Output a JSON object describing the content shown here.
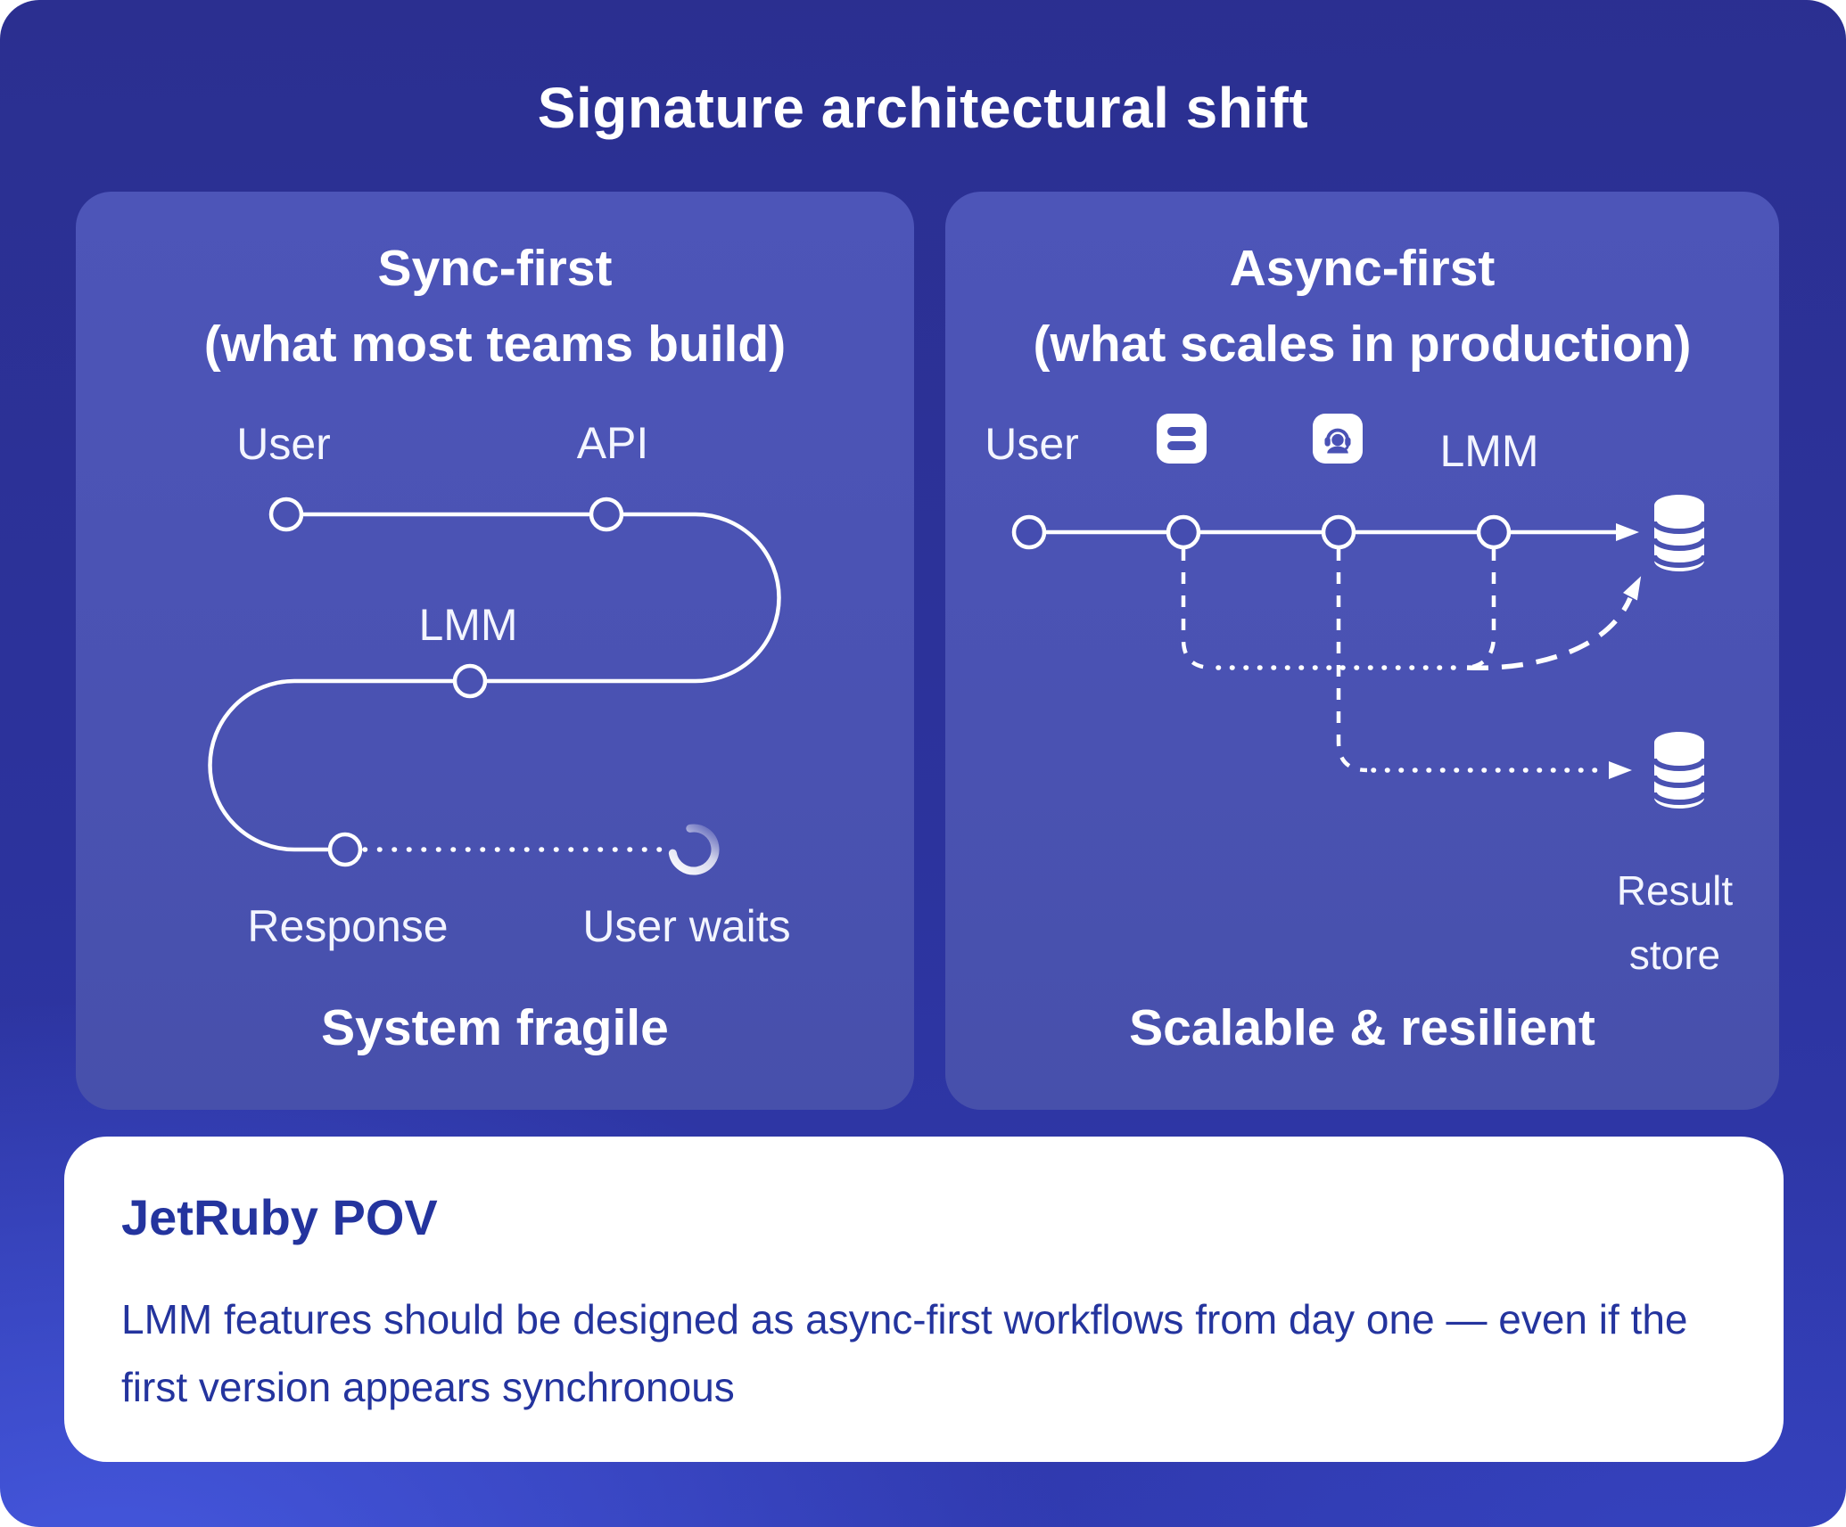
{
  "title": "Signature architectural shift",
  "sync_panel": {
    "heading": "Sync-first",
    "subheading": "(what most teams build)",
    "labels": {
      "user": "User",
      "api": "API",
      "lmm": "LMM",
      "response": "Response",
      "user_waits": "User waits"
    },
    "caption": "System fragile"
  },
  "async_panel": {
    "heading": "Async-first",
    "subheading": "(what scales in production)",
    "labels": {
      "user": "User",
      "lmm": "LMM",
      "result_store": "Result store"
    },
    "caption": "Scalable & resilient"
  },
  "pov_card": {
    "heading": "JetRuby POV",
    "body": "LMM features should be designed as async-first workflows from day one — even if the first version appears synchronous"
  },
  "icons": {
    "queue": "queue-icon",
    "worker": "support-agent-icon",
    "database": "database-icon",
    "spinner": "loading-spinner-icon"
  },
  "colors": {
    "canvas_top": "#2b2f90",
    "canvas_glow": "#4c62ee",
    "panel": "#4a52b2",
    "line": "#ffffff",
    "card_bg": "#ffffff",
    "card_text": "#24349e",
    "icon_blue": "#4a52b5"
  }
}
